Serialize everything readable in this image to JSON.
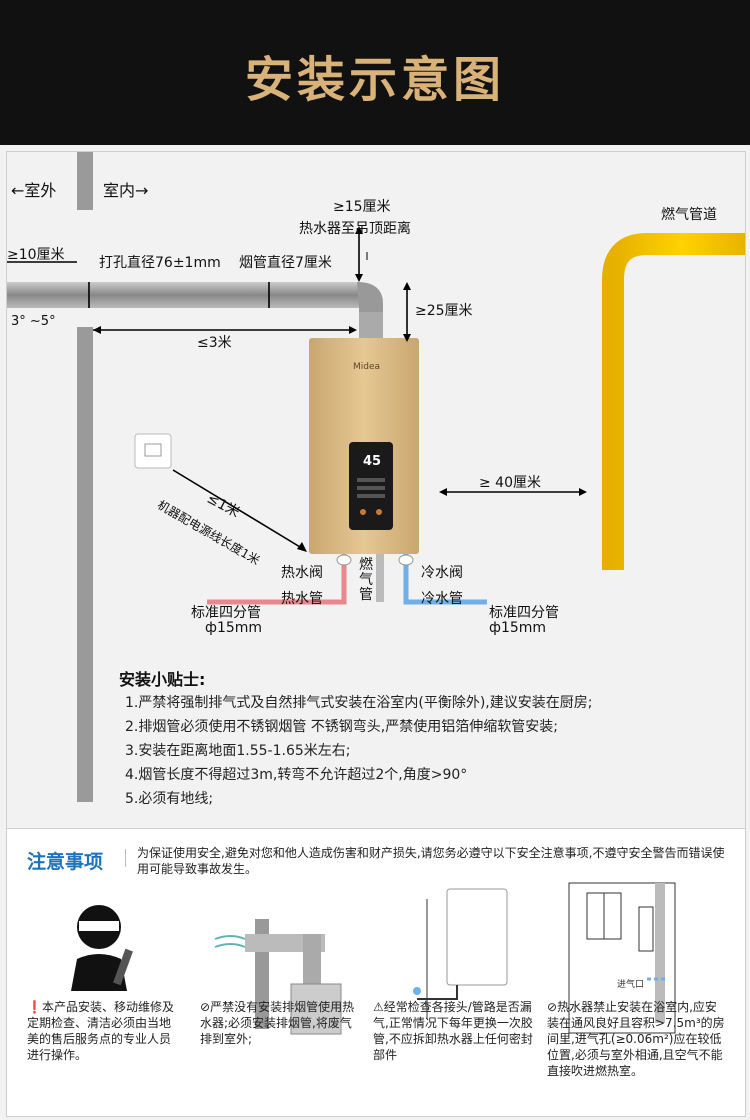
{
  "header": {
    "title": "安装示意图"
  },
  "diagram": {
    "outdoor": "←室外",
    "indoor": "室内→",
    "min15_top": "≥15厘米",
    "min15_bottom": "热水器至吊顶距离",
    "gas_pipe_label": "燃气管道",
    "min10": "≥10厘米",
    "hole": "打孔直径76±1mm",
    "flue": "烟管直径7厘米",
    "min25": "≥25厘米",
    "slope": "3° ~5°",
    "max3": "≤3米",
    "brand": "Midea",
    "display_value": "45",
    "min40": "≥ 40厘米",
    "max1": "≤1米",
    "power_cord": "机器配电源线长度1米",
    "hot_valve": "热水阀",
    "hot_pipe": "热水管",
    "gas_short": "燃气管",
    "cold_valve": "冷水阀",
    "cold_pipe": "冷水管",
    "std_left": "标准四分管",
    "std_left_size": "ф15mm",
    "std_right": "标准四分管",
    "std_right_size": "ф15mm"
  },
  "tips": {
    "title": "安装小贴士:",
    "items": [
      "1.严禁将强制排气式及自然排气式安装在浴室内(平衡除外),建议安装在厨房;",
      "2.排烟管必须使用不锈钢烟管 不锈钢弯头,严禁使用铝箔伸缩软管安装;",
      "3.安装在距离地面1.55-1.65米左右;",
      "4.烟管长度不得超过3m,转弯不允许超过2个,角度>90°",
      "5.必须有地线;"
    ]
  },
  "notice": {
    "title": "注意事项",
    "intro": "为保证使用安全,避免对您和他人造成伤害和财产损失,请您务必遵守以下安全注意事项,不遵守安全警告而错误使用可能导致事故发生。",
    "items": [
      {
        "icon": "exclamation-icon",
        "text": "本产品安装、移动维修及定期检查、清洁必须由当地美的售后服务点的专业人员进行操作。"
      },
      {
        "icon": "prohibited-icon",
        "text": "严禁没有安装排烟管使用热水器;必须安装排烟管,将废气排到室外;"
      },
      {
        "icon": "warning-icon",
        "text": "经常检查各接头/管路是否漏气,正常情况下每年更换一次胶管,不应拆卸热水器上任何密封部件"
      },
      {
        "icon": "prohibited-icon",
        "text": "热水器禁止安装在浴室内,应安装在通风良好且容积>7.5m³的房间里,进气孔(≥0.06m²)应在较低位置,必须与室外相通,且空气不能直接吹进燃热室。"
      }
    ],
    "vent_label": "进气口"
  },
  "colors": {
    "gold": "#d9b27a",
    "gas_pipe": "#f5c400",
    "hot": "#e8888e",
    "cold": "#6fb0e8",
    "blue": "#1e73be"
  }
}
